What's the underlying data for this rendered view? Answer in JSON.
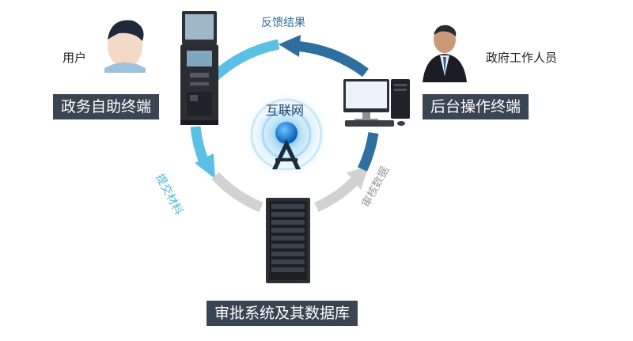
{
  "nodes": {
    "user": {
      "label": "用户"
    },
    "official": {
      "label": "政府工作人员"
    },
    "kiosk": {
      "label": "政务自助终端",
      "icon": "kiosk-icon"
    },
    "backend": {
      "label": "后台操作终端",
      "icon": "desktop-computer-icon"
    },
    "server": {
      "label": "审批系统及其数据库",
      "icon": "server-rack-icon"
    },
    "internet": {
      "label": "互联网",
      "icon": "antenna-tower-icon"
    }
  },
  "flows": {
    "feedback": {
      "label": "反馈结果",
      "color": "#2f6f9f"
    },
    "submit": {
      "label": "提交材料",
      "color": "#4fb6dc"
    },
    "review": {
      "label": "审核数据",
      "color": "#9a9a9a"
    }
  },
  "colors": {
    "tag_bg": "#3a4552",
    "arc_blue_dark": "#2f6f9f",
    "arc_blue_light": "#5bc0e6",
    "arc_gray": "#cfcfcf"
  }
}
